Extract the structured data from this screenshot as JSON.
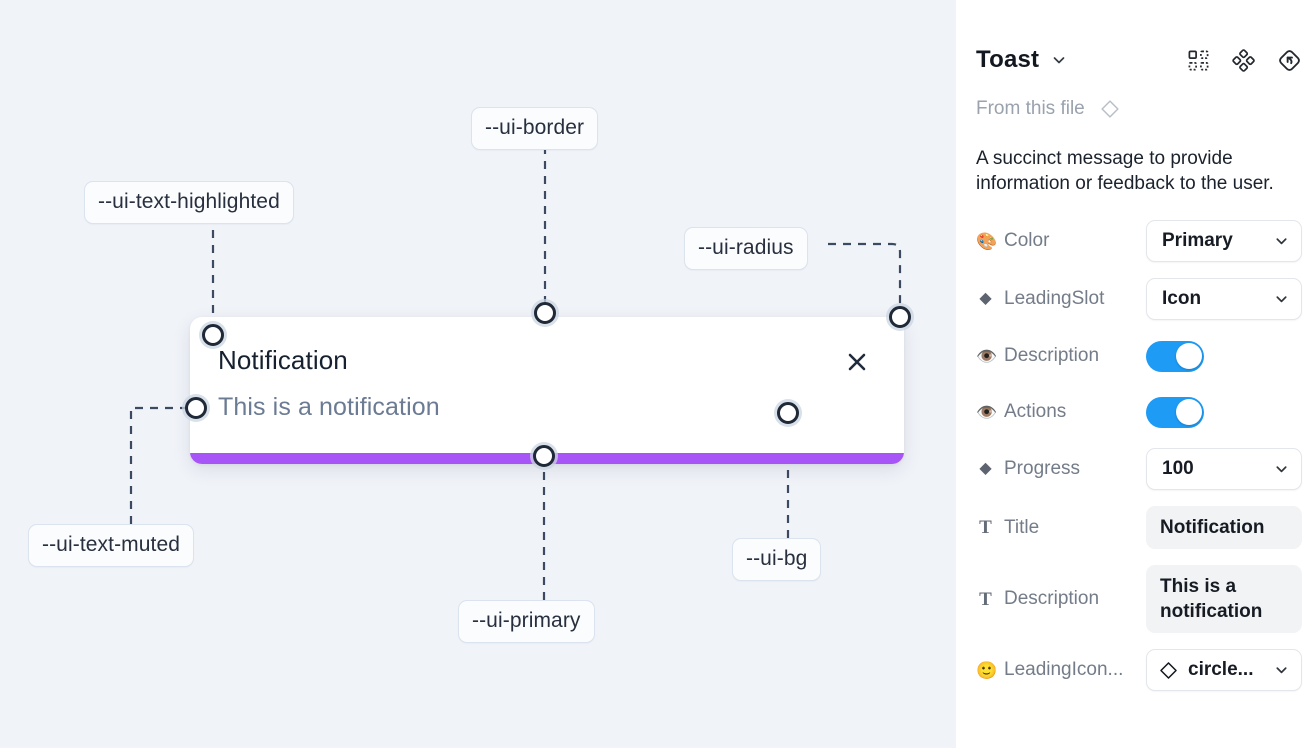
{
  "canvas": {
    "background_color": "#f0f3f8",
    "tokens": [
      {
        "label": "--ui-text-highlighted"
      },
      {
        "label": "--ui-border"
      },
      {
        "label": "--ui-radius"
      },
      {
        "label": "--ui-text-muted"
      },
      {
        "label": "--ui-bg"
      },
      {
        "label": "--ui-primary"
      }
    ],
    "toast": {
      "title": "Notification",
      "description": "This is a notification",
      "close_icon": "close-x-icon",
      "progress_color": "#a855f7",
      "background_color": "#ffffff"
    }
  },
  "panel": {
    "title": "Toast",
    "title_caret_icon": "chevron-down-icon",
    "header_icons": [
      {
        "name": "component-grid-icon"
      },
      {
        "name": "variants-diamond-icon"
      },
      {
        "name": "reset-instance-icon"
      }
    ],
    "from_file": {
      "label": "From this file",
      "icon": "diamond-outline-icon"
    },
    "summary": "A succinct message to provide information or feedback to the user.",
    "properties": [
      {
        "icon": "palette-emoji-icon",
        "icon_glyph": "🎨",
        "label": "Color",
        "control": "select",
        "value": "Primary"
      },
      {
        "icon": "diamond-filled-icon",
        "icon_glyph": "◆",
        "label": "LeadingSlot",
        "control": "select",
        "value": "Icon"
      },
      {
        "icon": "eye-emoji-icon",
        "icon_glyph": "👁️",
        "label": "Description",
        "control": "toggle",
        "value": "on"
      },
      {
        "icon": "eye-emoji-icon",
        "icon_glyph": "👁️",
        "label": "Actions",
        "control": "toggle",
        "value": "on"
      },
      {
        "icon": "diamond-filled-icon",
        "icon_glyph": "◆",
        "label": "Progress",
        "control": "select",
        "value": "100"
      },
      {
        "icon": "text-t-icon",
        "icon_glyph": "T",
        "label": "Title",
        "control": "textbox",
        "value": "Notification"
      },
      {
        "icon": "text-t-icon",
        "icon_glyph": "T",
        "label": "Description",
        "control": "textbox",
        "value": "This is a notification"
      },
      {
        "icon": "smiley-emoji-icon",
        "icon_glyph": "🙂",
        "label": "LeadingIcon...",
        "control": "icon-select",
        "value": "circle..."
      }
    ],
    "accent_color": "#1e9bf5"
  }
}
